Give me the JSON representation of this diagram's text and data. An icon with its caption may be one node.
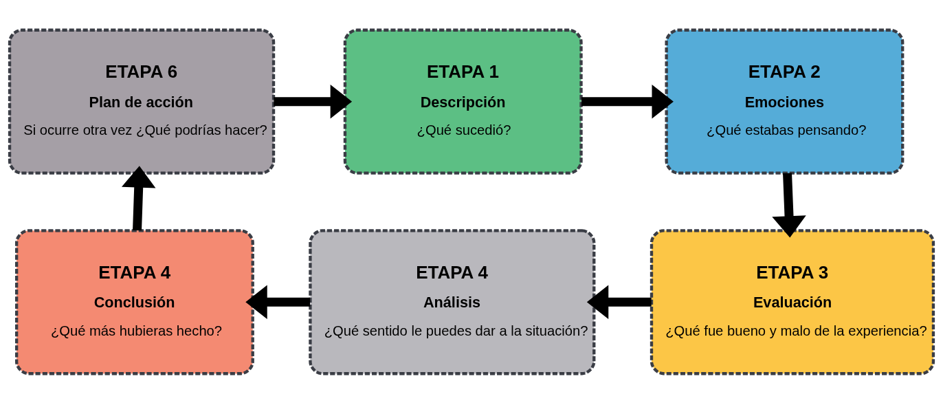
{
  "diagram": {
    "nodes": [
      {
        "text": [
          "ETAPA 6",
          "Plan de acción",
          "Si ocurre otra vez ¿Qué podrías hacer?"
        ]
      },
      {
        "text": [
          "ETAPA 1",
          "Descripción",
          "¿Qué sucedió?"
        ]
      },
      {
        "text": [
          "ETAPA 2",
          "Emociones",
          "¿Qué estabas pensando?"
        ]
      },
      {
        "text": [
          "ETAPA 4",
          "Conclusión",
          "¿Qué más hubieras hecho?"
        ]
      },
      {
        "text": [
          "ETAPA 4",
          "Análisis",
          "¿Qué sentido le puedes dar a la situación?"
        ]
      },
      {
        "text": [
          "ETAPA 3",
          "Evaluación",
          "¿Qué fue bueno y malo de la experiencia?"
        ]
      }
    ],
    "edges": [
      {
        "from": 0,
        "to": 1,
        "arrow": "to"
      },
      {
        "from": 1,
        "to": 2,
        "arrow": "to"
      },
      {
        "from": 2,
        "to": 5,
        "arrow": "to"
      },
      {
        "from": 5,
        "to": 4,
        "arrow": "to"
      },
      {
        "from": 4,
        "to": 3,
        "arrow": "to"
      },
      {
        "from": 3,
        "to": 0,
        "arrow": "to"
      }
    ]
  }
}
